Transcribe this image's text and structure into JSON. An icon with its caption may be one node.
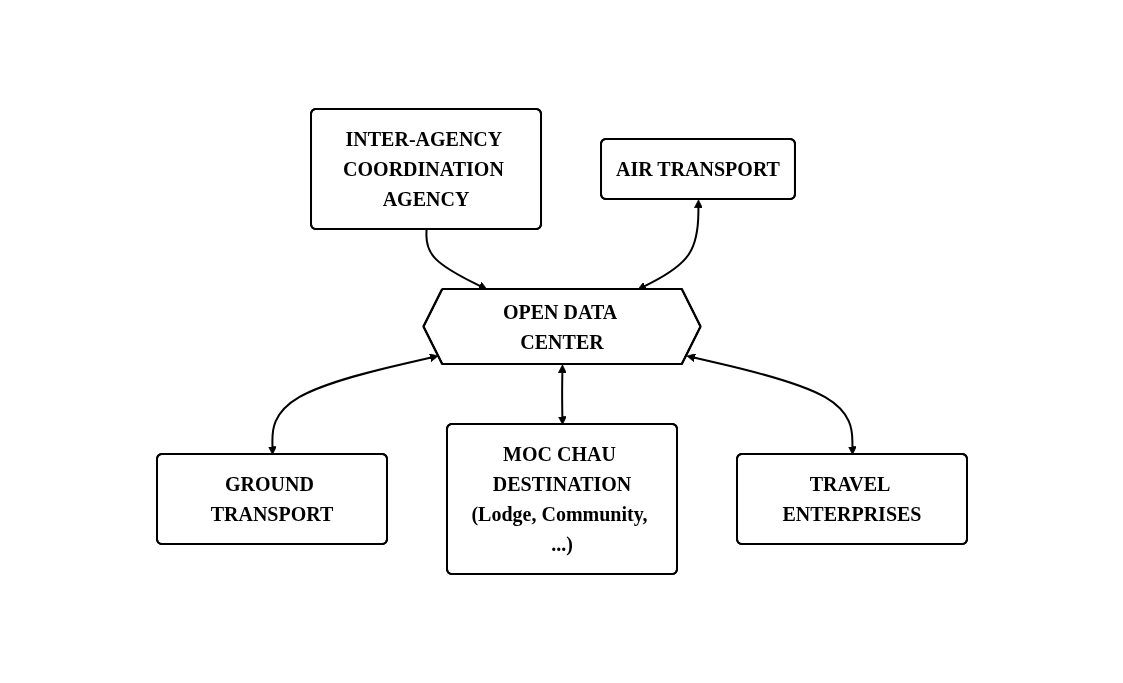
{
  "diagram": {
    "nodes": [
      {
        "text": [
          "INTER-AGENCY COORDINATION AGENCY"
        ]
      },
      {
        "text": [
          "OPEN DATA CENTER"
        ]
      },
      {
        "text": [
          "AIR TRANSPORT"
        ]
      },
      {
        "text": [
          "GROUND TRANSPORT"
        ]
      },
      {
        "text": [
          "MOC CHAU DESTINATION",
          "(Lodge, Community, ...)"
        ]
      },
      {
        "text": [
          "TRAVEL ENTERPRISES"
        ]
      }
    ],
    "edges": [
      {
        "from": 0,
        "to": 1,
        "arrow": "to"
      },
      {
        "from": 2,
        "to": 1,
        "arrow": "both"
      },
      {
        "from": 1,
        "to": 3,
        "arrow": "both"
      },
      {
        "from": 1,
        "to": 4,
        "arrow": "both"
      },
      {
        "from": 1,
        "to": 5,
        "arrow": "both"
      }
    ]
  }
}
